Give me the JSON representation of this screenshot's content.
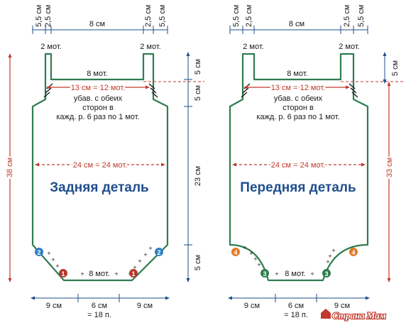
{
  "colors": {
    "outline": "#2e7d4f",
    "dim_blue": "#1f4e8c",
    "dim_red": "#c0392b",
    "title": "#1f4e8c",
    "badge_blue": "#2f7fc1",
    "badge_red": "#b23a2a",
    "badge_orange": "#e07b2a",
    "badge_green": "#2e7d4f"
  },
  "back": {
    "title": "Задняя деталь",
    "top_dims": [
      "5,5 см",
      "2,5 см",
      "8 см",
      "2,5 см",
      "5,5 см"
    ],
    "left_height": "38 см",
    "right_dims": [
      "5 см",
      "5 см",
      "23 см",
      "5 см"
    ],
    "strap_left": "2 мот.",
    "strap_right": "2 мот.",
    "neck": "8 мот.",
    "chest_width": "13 см = 12 мот.",
    "decrease_lines": [
      "убав. с обеих",
      "сторон в",
      "кажд. р. 6 раз по 1 мот."
    ],
    "body_width": "24 см = 24 мот.",
    "crotch": "8 мот.",
    "badges": [
      "2",
      "1",
      "1",
      "2"
    ],
    "bottom_dims": [
      "9 см",
      "6 см",
      "9 см"
    ],
    "bottom_note": "= 18 п."
  },
  "front": {
    "title": "Передняя деталь",
    "top_dims": [
      "5,5 см",
      "2,5 см",
      "8 см",
      "2,5 см",
      "5,5 см"
    ],
    "right_dims": [
      "5 см",
      "33 см"
    ],
    "strap_left": "2 мот.",
    "strap_right": "2 мот.",
    "neck": "8 мот.",
    "chest_width": "13 см = 12 мот.",
    "decrease_lines": [
      "убав. с обеих",
      "сторон в",
      "кажд. р. 6 раз по 1 мот."
    ],
    "body_width": "24 см = 24 мот.",
    "crotch": "8 мот.",
    "badges": [
      "4",
      "3",
      "3",
      "4"
    ],
    "bottom_dims": [
      "9 см",
      "6 см",
      "9 см"
    ],
    "bottom_note": "= 18 п."
  },
  "watermark": "Страна Мам"
}
